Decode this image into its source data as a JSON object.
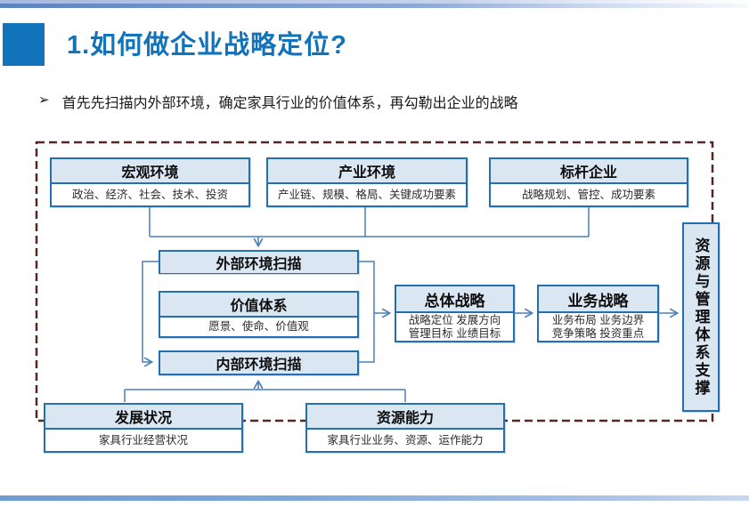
{
  "page": {
    "title": "1.如何做企业战略定位?",
    "bullet_marker": "➢",
    "bullet": "首先先扫描内外部环境，确定家具行业的价值体系，再勾勒出企业的战略"
  },
  "colors": {
    "accent_blue": "#1173ba",
    "box_border": "#2270b2",
    "box_header_fill": "#dbe6f3",
    "connector": "#4a7ebb",
    "dashed_frame": "#5a2422",
    "topbar": "#5b84c0",
    "bottombar": "#7fa7d9"
  },
  "diagram": {
    "macro_env": {
      "title": "宏观环境",
      "body": "政治、经济、社会、技术、投资"
    },
    "industry_env": {
      "title": "产业环境",
      "body": "产业链、规模、格局、关键成功要素"
    },
    "benchmark": {
      "title": "标杆企业",
      "body": "战略规划、管控、成功要素"
    },
    "external_scan": {
      "title": "外部环境扫描"
    },
    "value_system": {
      "title": "价值体系",
      "body": "愿景、使命、价值观"
    },
    "internal_scan": {
      "title": "内部环境扫描"
    },
    "overall_strategy": {
      "title": "总体战略",
      "line1": "战略定位  发展方向",
      "line2": "管理目标  业绩目标"
    },
    "business_strategy": {
      "title": "业务战略",
      "line1": "业务布局  业务边界",
      "line2": "竞争策略  投资重点"
    },
    "support": {
      "title": "资源与管理体系支撑"
    },
    "development": {
      "title": "发展状况",
      "body": "家具行业经营状况"
    },
    "resource_capability": {
      "title": "资源能力",
      "body": "家具行业业务、资源、运作能力"
    }
  }
}
